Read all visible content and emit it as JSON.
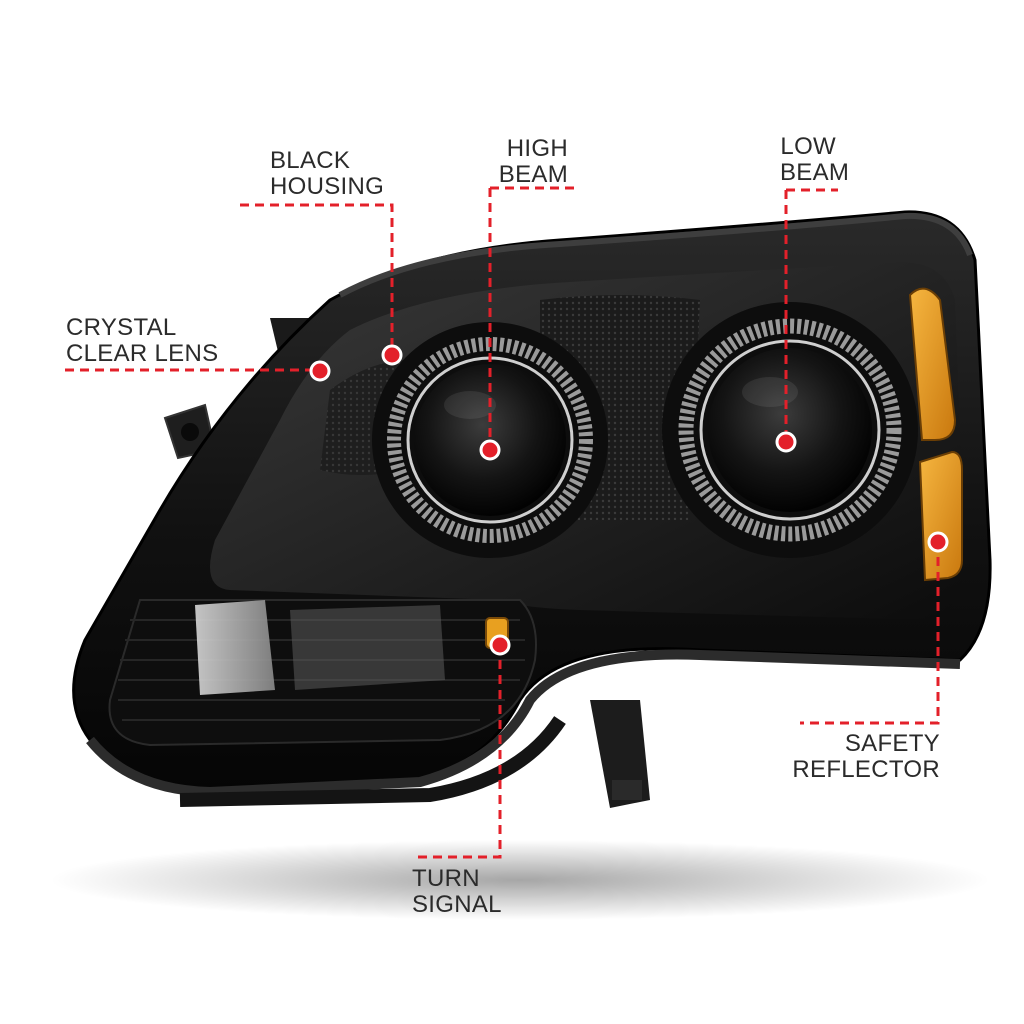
{
  "callouts": {
    "black_housing": {
      "line1": "BLACK",
      "line2": "HOUSING"
    },
    "high_beam": {
      "line1": "HIGH",
      "line2": "BEAM"
    },
    "low_beam": {
      "line1": "LOW",
      "line2": "BEAM"
    },
    "crystal_clear_lens": {
      "line1": "CRYSTAL",
      "line2": "CLEAR LENS"
    },
    "safety_reflector": {
      "line1": "SAFETY",
      "line2": "REFLECTOR"
    },
    "turn_signal": {
      "line1": "TURN",
      "line2": "SIGNAL"
    }
  },
  "colors": {
    "callout_red": "#e3202a",
    "label_text": "#2b2b2b",
    "amber": "#e8a020"
  }
}
